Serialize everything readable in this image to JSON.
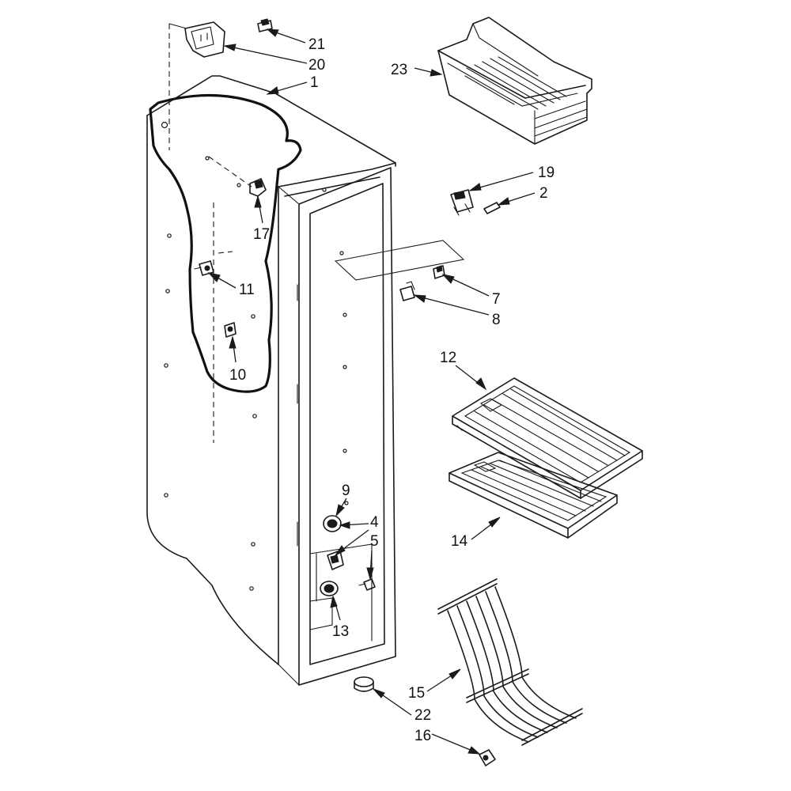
{
  "callouts": {
    "c1": "1",
    "c2": "2",
    "c4": "4",
    "c5": "5",
    "c7": "7",
    "c8": "8",
    "c9": "9",
    "c10": "10",
    "c11": "11",
    "c12": "12",
    "c13": "13",
    "c14": "14",
    "c15": "15",
    "c16": "16",
    "c17": "17",
    "c19": "19",
    "c20": "20",
    "c21": "21",
    "c22": "22",
    "c23": "23"
  },
  "colors": {
    "ink": "#1a1a1a",
    "paper": "#ffffff"
  }
}
